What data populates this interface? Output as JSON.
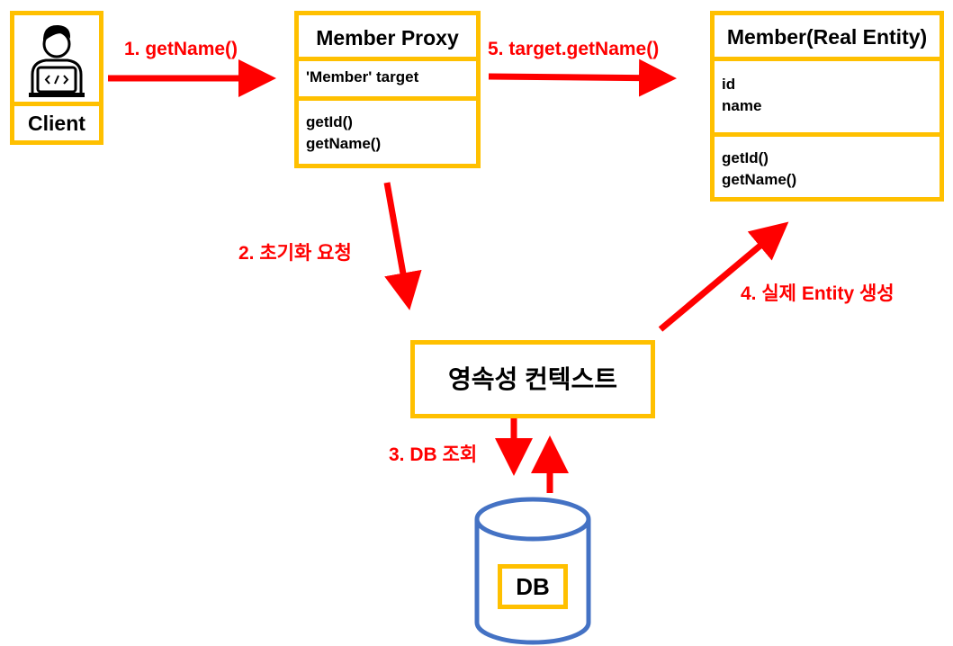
{
  "client": {
    "label": "Client",
    "icon": "developer-laptop-icon"
  },
  "proxy": {
    "title": "Member Proxy",
    "field": "'Member' target",
    "methods": [
      "getId()",
      "getName()"
    ]
  },
  "entity": {
    "title": "Member(Real Entity)",
    "fields": [
      "id",
      "name"
    ],
    "methods": [
      "getId()",
      "getName()"
    ]
  },
  "context": {
    "label": "영속성 컨텍스트"
  },
  "db": {
    "label": "DB"
  },
  "steps": {
    "s1": "1. getName()",
    "s2": "2. 초기화 요청",
    "s3": "3. DB 조회",
    "s4": "4. 실제 Entity 생성",
    "s5": "5. target.getName()"
  },
  "colors": {
    "box_border": "#FFC000",
    "arrow": "#FF0000",
    "db_outline": "#4472C4"
  }
}
